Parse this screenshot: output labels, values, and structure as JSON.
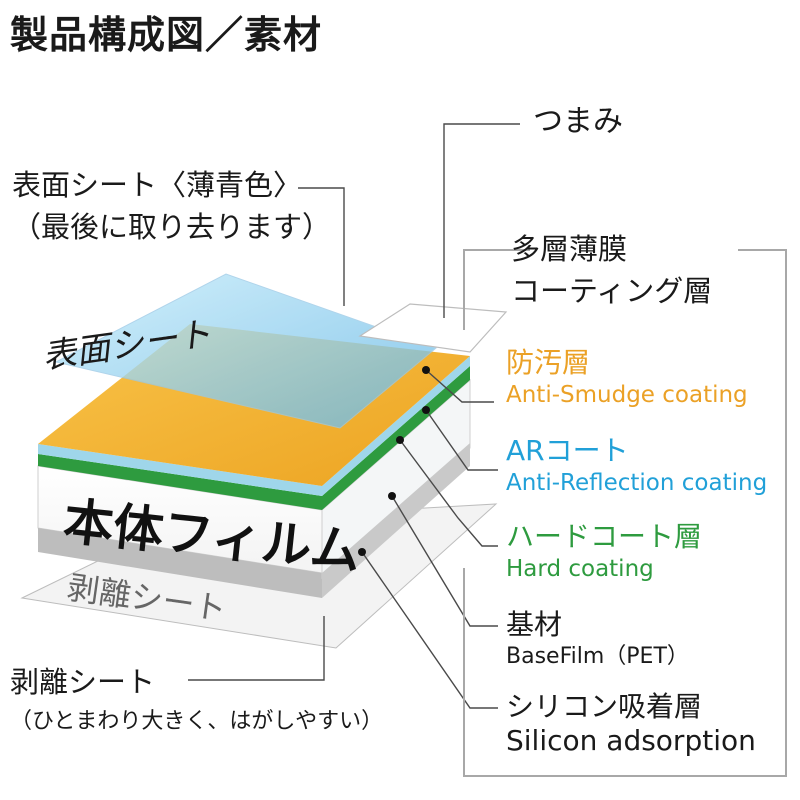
{
  "title": "製品構成図／素材",
  "tab": {
    "label": "つまみ"
  },
  "surface_sheet": {
    "callout_line1": "表面シート〈薄青色〉",
    "callout_line2": "（最後に取り去ります）",
    "on_layer": "表面シート"
  },
  "main_film": {
    "on_layer": "本体フィルム"
  },
  "release_sheet": {
    "on_layer": "剥離シート",
    "callout_line1": "剥離シート",
    "callout_line2": "（ひとまわり大きく、はがしやすい）"
  },
  "multilayer": {
    "line1": "多層薄膜",
    "line2": "コーティング層"
  },
  "layers": [
    {
      "jp": "防汚層",
      "en": "Anti-Smudge coating",
      "color": "#eba126"
    },
    {
      "jp": "ARコート",
      "en": "Anti-Reflection coating",
      "color": "#21a0d8"
    },
    {
      "jp": "ハードコート層",
      "en": "Hard coating",
      "color": "#2e9b3f"
    },
    {
      "jp": "基材",
      "en": "BaseFilm（PET）",
      "color": "#1a1a1a"
    },
    {
      "jp": "シリコン吸着層",
      "en": "Silicon adsorption",
      "color": "#1a1a1a"
    }
  ]
}
